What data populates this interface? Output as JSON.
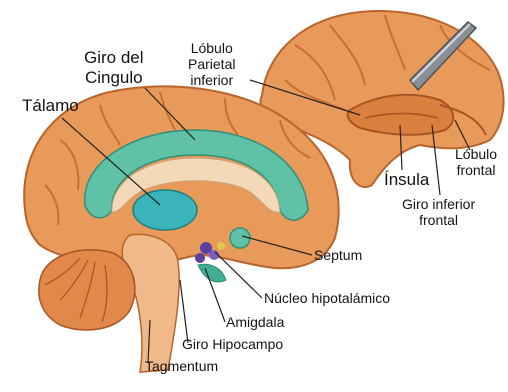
{
  "labels": {
    "giro_cingulo_1": "Giro del",
    "giro_cingulo_2": "Cingulo",
    "talamo": "Tálamo",
    "lobulo_parietal_1": "Lóbulo",
    "lobulo_parietal_2": "Parietal",
    "lobulo_parietal_3": "inferior",
    "insula": "Ínsula",
    "lobulo_frontal_1": "Lóbulo",
    "lobulo_frontal_2": "frontal",
    "giro_inferior_1": "Giro inferior",
    "giro_inferior_2": "frontal",
    "septum": "Septum",
    "nucleo_hipotalamico": "Núcleo hipotalámico",
    "amigdala": "Amigdala",
    "giro_hipocampo": "Giro Hipocampo",
    "tagmentum": "Tagmentum"
  },
  "colors": {
    "cortex": "#e89a5a",
    "cortex_dark": "#c96f34",
    "cingulate": "#5fc2a6",
    "thalamus": "#3bb4b9",
    "brainstem": "#f0b98a",
    "probe": "#8a8f96"
  }
}
